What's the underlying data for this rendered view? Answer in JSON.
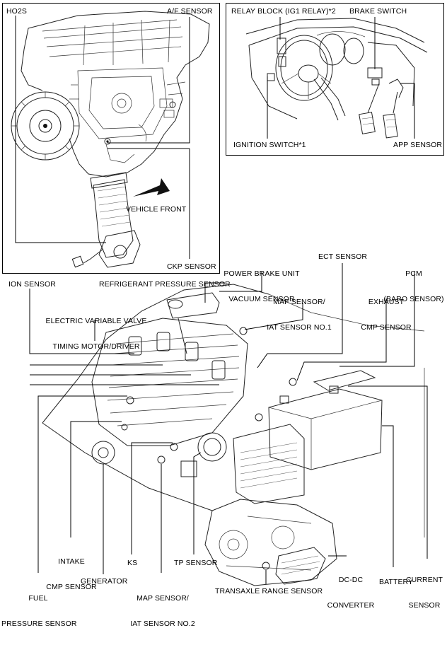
{
  "panels": {
    "engine_inset": {
      "labels": {
        "ho2s": "HO2S",
        "af_sensor": "A/F SENSOR",
        "vehicle_front": "VEHICLE FRONT",
        "ckp_sensor": "CKP SENSOR"
      }
    },
    "cabin_inset": {
      "labels": {
        "relay_block": "RELAY BLOCK (IG1 RELAY)*2",
        "brake_switch": "BRAKE SWITCH",
        "ignition_switch": "IGNITION SWITCH*1",
        "app_sensor": "APP SENSOR"
      }
    },
    "engine_bay": {
      "labels": {
        "power_brake_line1": "POWER BRAKE UNIT",
        "power_brake_line2": "VACUUM SENSOR",
        "ect_sensor": "ECT SENSOR",
        "pcm_line1": "PCM",
        "pcm_line2": "(BARO SENSOR)",
        "ion_sensor": "ION SENSOR",
        "refrigerant": "REFRIGERANT PRESSURE SENSOR",
        "maf_line1": "MAF SENSOR/",
        "maf_line2": "IAT SENSOR NO.1",
        "exhaust_line1": "EXHAUST",
        "exhaust_line2": "CMP SENSOR",
        "evvt_line1": "ELECTRIC VARIABLE VALVE",
        "evvt_line2": "TIMING MOTOR/DRIVER",
        "intake_line1": "INTAKE",
        "intake_line2": "CMP SENSOR",
        "ks": "KS",
        "tp_sensor": "TP SENSOR",
        "dcdc_line1": "DC-DC",
        "dcdc_line2": "CONVERTER",
        "current_line1": "CURRENT",
        "current_line2": "SENSOR",
        "fuel_line1": "FUEL",
        "fuel_line2": "PRESSURE SENSOR",
        "generator": "GENERATOR",
        "map_line1": "MAP SENSOR/",
        "map_line2": "IAT SENSOR NO.2",
        "transaxle": "TRANSAXLE RANGE SENSOR",
        "battery": "BATTERY"
      }
    }
  }
}
